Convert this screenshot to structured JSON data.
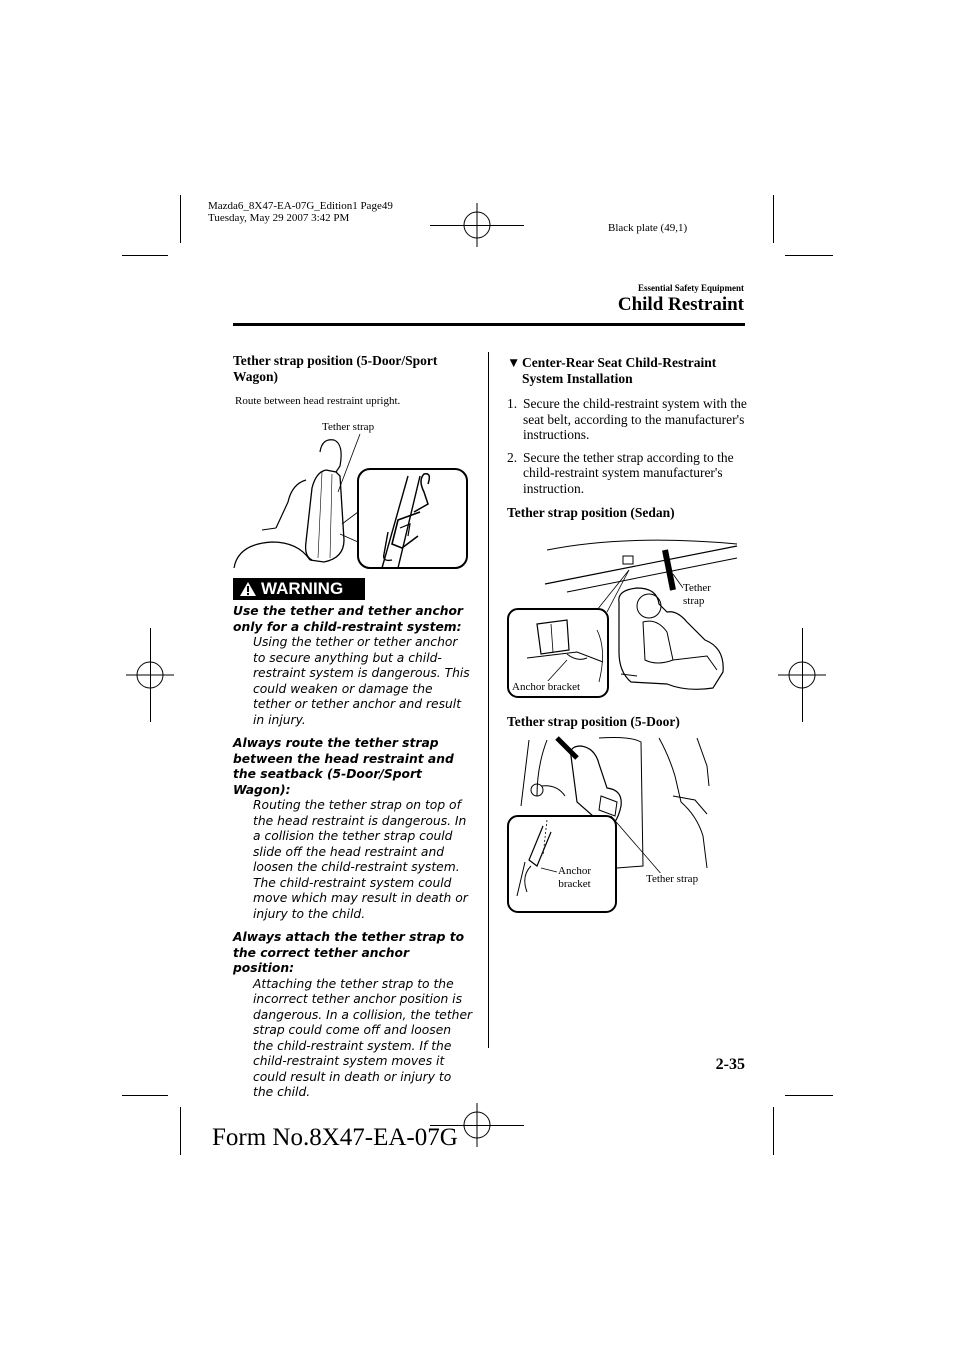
{
  "print_meta": {
    "line1": "Mazda6_8X47-EA-07G_Edition1 Page49",
    "line2": "Tuesday, May 29 2007 3:42 PM",
    "plate": "Black plate (49,1)"
  },
  "header": {
    "section": "Essential Safety Equipment",
    "title": "Child Restraint"
  },
  "left": {
    "heading": "Tether strap position (5-Door/Sport Wagon)",
    "route_note": "Route between head restraint upright.",
    "fig_label": "Tether strap",
    "warning_label": "WARNING",
    "warnings": [
      {
        "title": "Use the tether and tether anchor only for a child-restraint system:",
        "body": "Using the tether or tether anchor to secure anything but a child-restraint system is dangerous. This could weaken or damage the tether or tether anchor and result in injury."
      },
      {
        "title": "Always route the tether strap between the head restraint and the seatback (5-Door/Sport Wagon):",
        "body": "Routing the tether strap on top of the head restraint is dangerous. In a collision the tether strap could slide off the head restraint and loosen the child-restraint system. The child-restraint system could move which may result in death or injury to the child."
      },
      {
        "title": "Always attach the tether strap to the correct tether anchor position:",
        "body": "Attaching the tether strap to the incorrect tether anchor position is dangerous. In a collision, the tether strap could come off and loosen the child-restraint system. If the child-restraint system moves it could result in death or injury to the child."
      }
    ]
  },
  "right": {
    "heading_marker": "▼",
    "heading": "Center-Rear Seat Child-Restraint System Installation",
    "steps": [
      {
        "num": "1.",
        "text": "Secure the child-restraint system with the seat belt, according to the manufacturer's instructions."
      },
      {
        "num": "2.",
        "text": "Secure the tether strap according to the child-restraint system manufacturer's instruction."
      }
    ],
    "sedan_heading": "Tether strap position (Sedan)",
    "sedan_label_tether_1": "Tether",
    "sedan_label_tether_2": "strap",
    "sedan_label_anchor": "Anchor bracket",
    "fivedoor_heading": "Tether strap position (5-Door)",
    "fivedoor_label_anchor_1": "Anchor",
    "fivedoor_label_anchor_2": "bracket",
    "fivedoor_label_tether": "Tether strap"
  },
  "footer": {
    "page_number": "2-35",
    "form_no": "Form No.8X47-EA-07G"
  }
}
